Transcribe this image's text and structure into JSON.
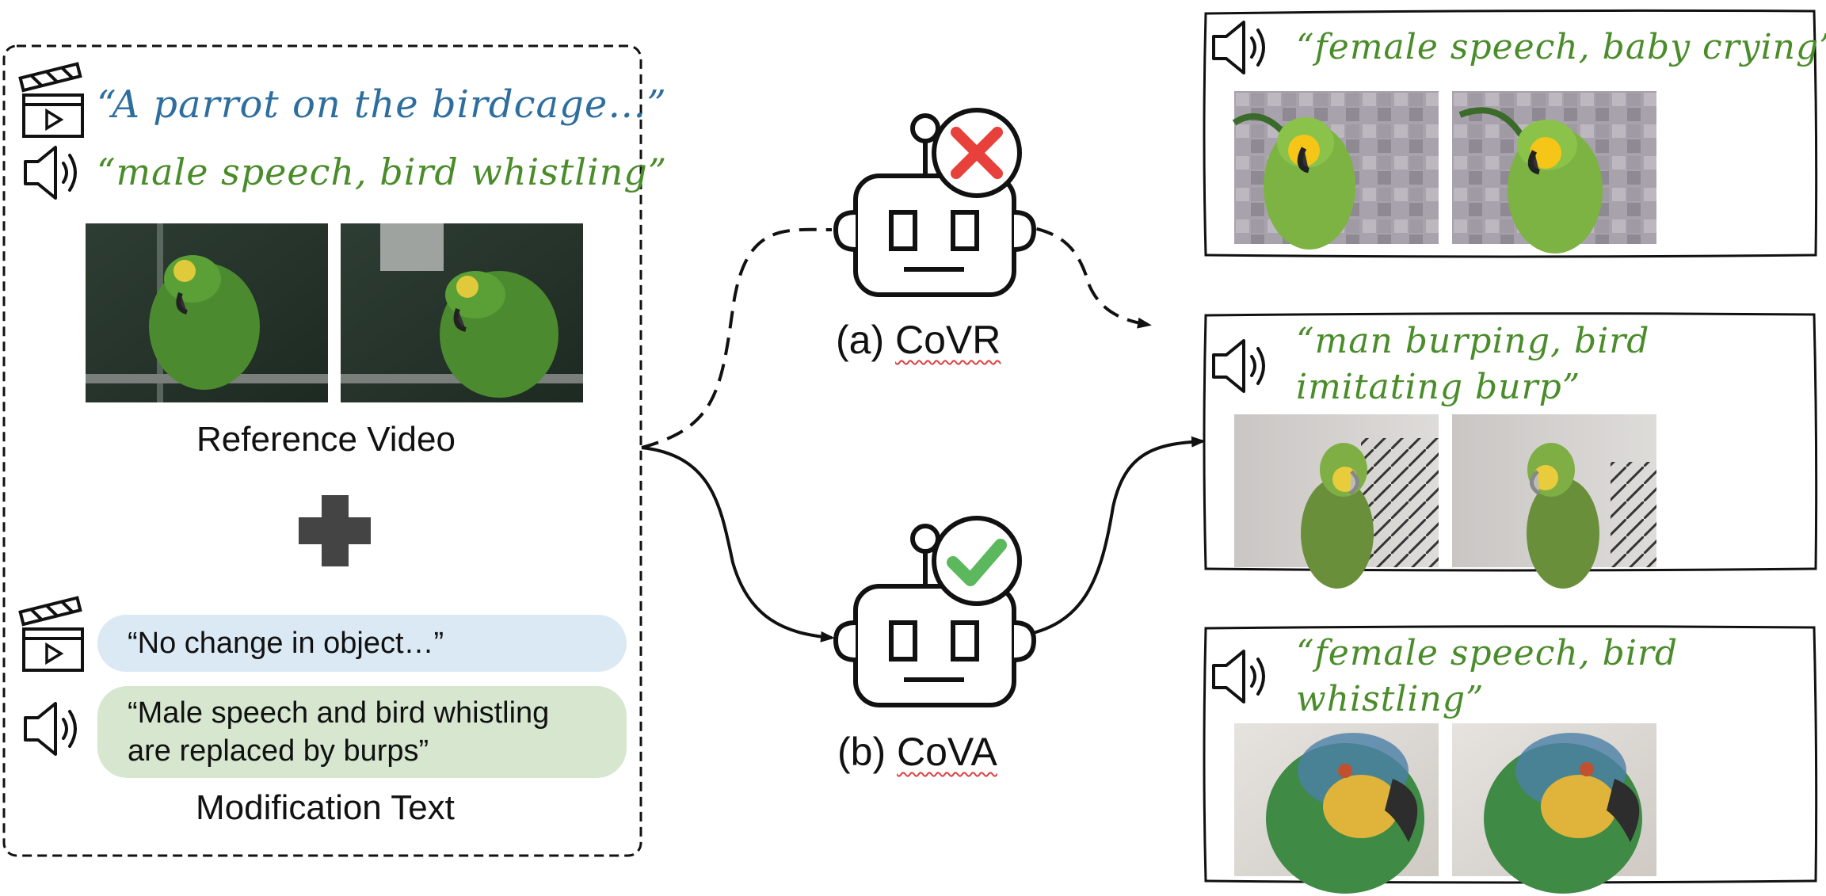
{
  "reference_panel": {
    "video_caption": "“A parrot on the birdcage…”",
    "audio_caption": "“male speech, bird whistling”",
    "label": "Reference Video"
  },
  "modification_panel": {
    "video_text": "“No change in object…”",
    "audio_text": "“Male speech and bird whistling are replaced by burps”",
    "label": "Modification Text"
  },
  "methods": {
    "covr": {
      "prefix": "(a) ",
      "name": "CoVR",
      "status": "wrong"
    },
    "cova": {
      "prefix": "(b) ",
      "name": "CoVA",
      "status": "correct"
    }
  },
  "results": [
    {
      "caption": "“female speech, baby crying”"
    },
    {
      "caption": "“man burping, bird imitating burp”"
    },
    {
      "caption": "“female speech, bird whistling”"
    }
  ],
  "colors": {
    "video_caption": "#2e6e9e",
    "audio_caption": "#4a8c2a",
    "pill_video_bg": "#dbe9f4",
    "pill_audio_bg": "#d6e6cf",
    "wrong": "#e8403a",
    "correct": "#5cb85c"
  }
}
